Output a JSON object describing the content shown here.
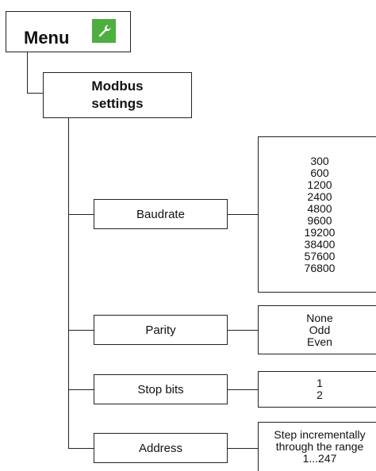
{
  "root": {
    "label": "Menu",
    "icon": "wrench-icon",
    "icon_color": "#4caf3f"
  },
  "settings_node": {
    "line1": "Modbus",
    "line2": "settings"
  },
  "items": [
    {
      "label": "Baudrate",
      "options": [
        "300",
        "600",
        "1200",
        "2400",
        "4800",
        "9600",
        "19200",
        "38400",
        "57600",
        "76800"
      ]
    },
    {
      "label": "Parity",
      "options": [
        "None",
        "Odd",
        "Even"
      ]
    },
    {
      "label": "Stop bits",
      "options": [
        "1",
        "2"
      ]
    },
    {
      "label": "Address",
      "options": [
        "Step incrementally",
        "through the range",
        "1...247"
      ]
    }
  ]
}
